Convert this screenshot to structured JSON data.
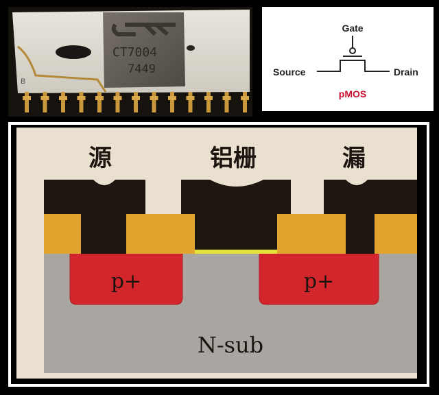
{
  "chip_photo": {
    "part_number": "CT7004",
    "date_code": "7449",
    "pin1_marker": "B"
  },
  "symbol": {
    "gate_label": "Gate",
    "source_label": "Source",
    "drain_label": "Drain",
    "type_label": "pMOS",
    "type_color": "#c8102e"
  },
  "cross_section": {
    "source_label": "源",
    "gate_label": "铝栅",
    "drain_label": "漏",
    "left_region_label": "p+",
    "right_region_label": "p+",
    "substrate_label": "N-sub",
    "colors": {
      "metal": "#1e1611",
      "oxide": "#e1a42f",
      "gate_oxide": "#e6e23a",
      "p_plus": "#d2262c",
      "substrate": "#a9a6a1",
      "background": "#e9e0cf"
    }
  }
}
